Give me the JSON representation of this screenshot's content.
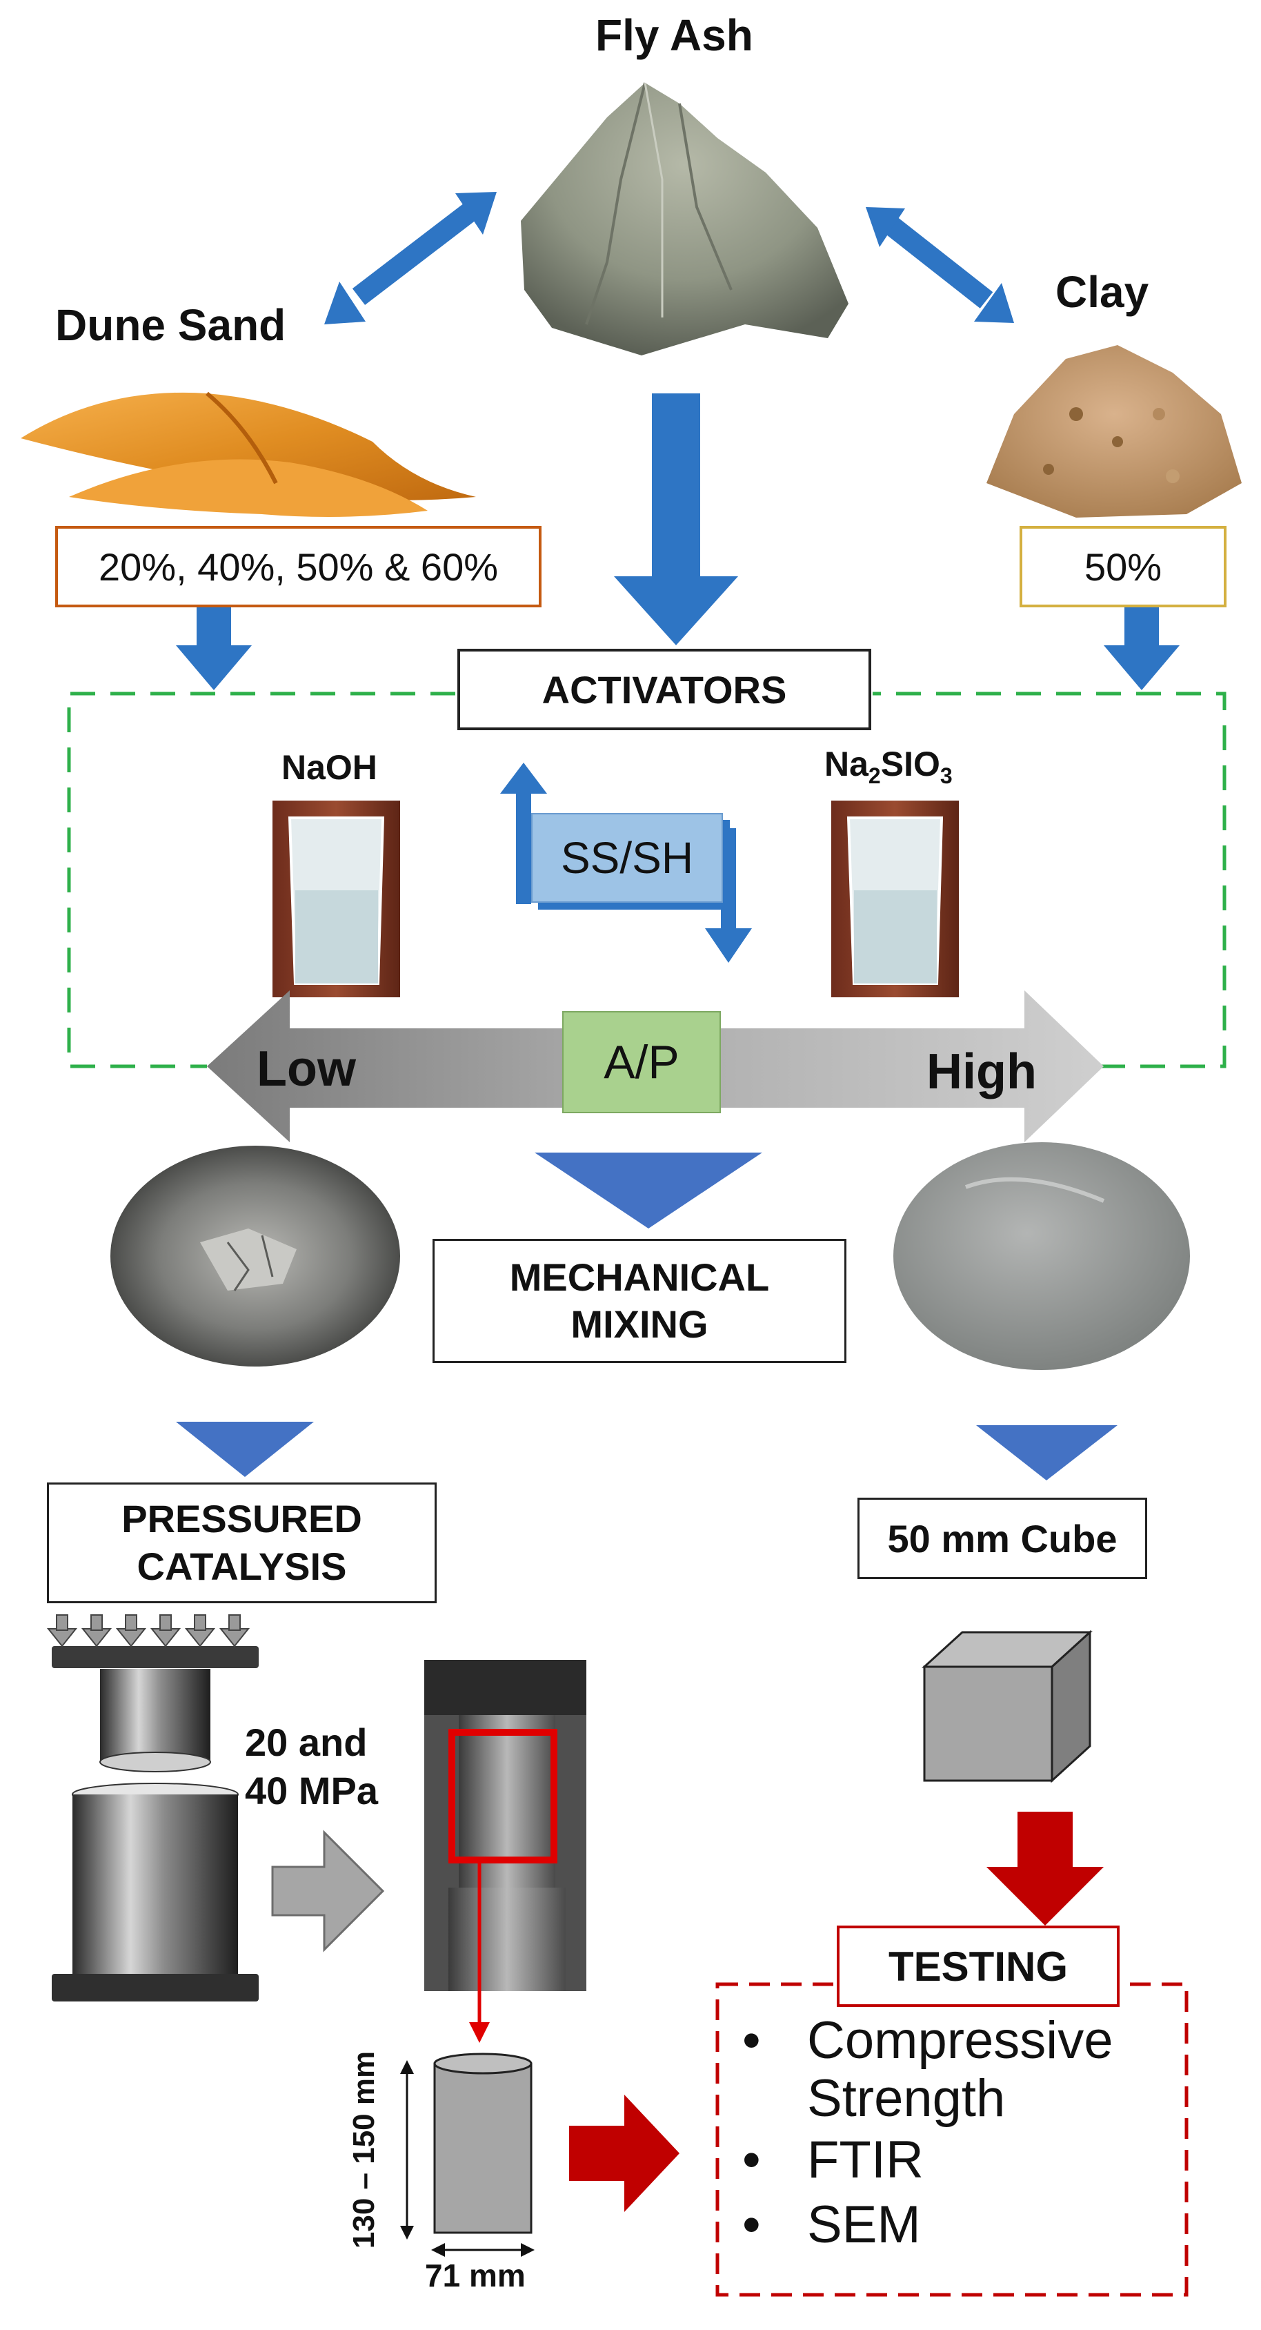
{
  "materials": {
    "fly_ash": "Fly Ash",
    "dune_sand": "Dune Sand",
    "clay": "Clay"
  },
  "ratios": {
    "dune_sand": "20%, 40%, 50% & 60%",
    "clay": "50%"
  },
  "activators": {
    "title": "ACTIVATORS",
    "naoh": "NaOH",
    "silicate_base": "Na",
    "silicate_sub": "2",
    "silicate_rest": "SIO",
    "silicate_sub2": "3",
    "ratio": "SS/SH"
  },
  "ap_scale": {
    "low": "Low",
    "mid": "A/P",
    "high": "High"
  },
  "process": {
    "mixing": "MECHANICAL\nMIXING",
    "catalysis": "PRESSURED\nCATALYSIS",
    "pressure": "20 and\n40 MPa",
    "cube": "50 mm Cube"
  },
  "dimensions": {
    "height": "130 – 150 mm",
    "diameter": "71 mm"
  },
  "testing": {
    "title": "TESTING",
    "items": [
      "Compressive\nStrength",
      "FTIR",
      "SEM"
    ]
  },
  "colors": {
    "blue_arrow": "#2e75c4",
    "green_dash": "#2eb04a",
    "red": "#c00000",
    "ap_box": "#a9d18e",
    "ss_box": "#9dc3e6",
    "sand_box_border": "#c55a11",
    "clay_box_border": "#d4b040"
  }
}
